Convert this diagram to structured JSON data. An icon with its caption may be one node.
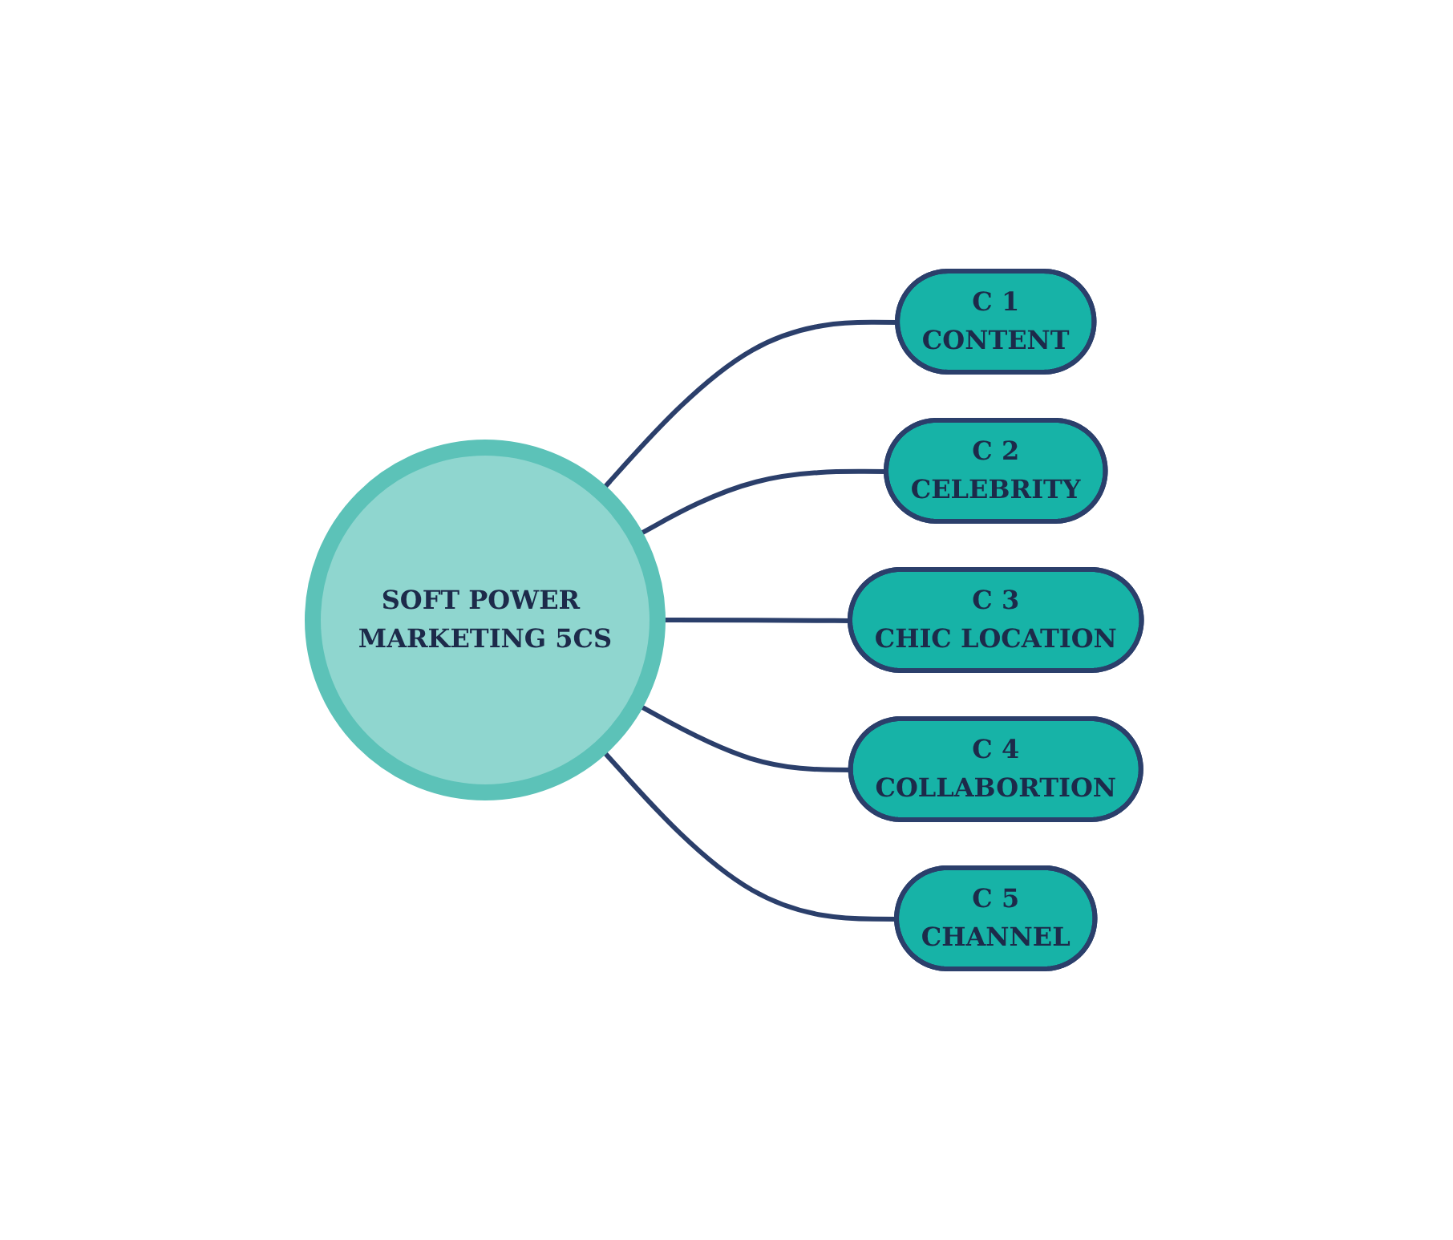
{
  "diagram": {
    "nodes": [
      {
        "text": [
          "SOFT POWER MARKETING 5CS"
        ]
      },
      {
        "text": [
          "C 1",
          "CONTENT"
        ]
      },
      {
        "text": [
          "C 2",
          "CELEBRITY"
        ]
      },
      {
        "text": [
          "C 3",
          "CHIC LOCATION"
        ]
      },
      {
        "text": [
          "C 4",
          "COLLABORTION"
        ]
      },
      {
        "text": [
          "C 5",
          "CHANNEL"
        ]
      }
    ],
    "edges": [
      {
        "from": 0,
        "to": 1,
        "arrow": "none"
      },
      {
        "from": 0,
        "to": 2,
        "arrow": "none"
      },
      {
        "from": 0,
        "to": 3,
        "arrow": "none"
      },
      {
        "from": 0,
        "to": 4,
        "arrow": "none"
      },
      {
        "from": 0,
        "to": 5,
        "arrow": "none"
      }
    ]
  }
}
